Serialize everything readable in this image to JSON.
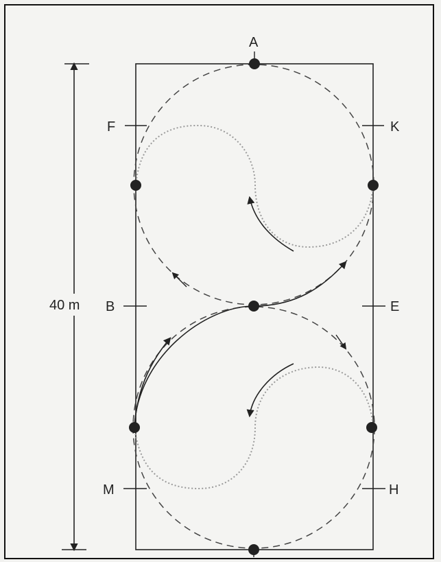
{
  "labels": {
    "A": "A",
    "F": "F",
    "K": "K",
    "B": "B",
    "E": "E",
    "M": "M",
    "H": "H"
  },
  "dimension": "40 m",
  "colors": {
    "line": "#222222",
    "dashed_circle": "#444444",
    "dotted_path": "#9a9a9a",
    "point": "#222222"
  }
}
